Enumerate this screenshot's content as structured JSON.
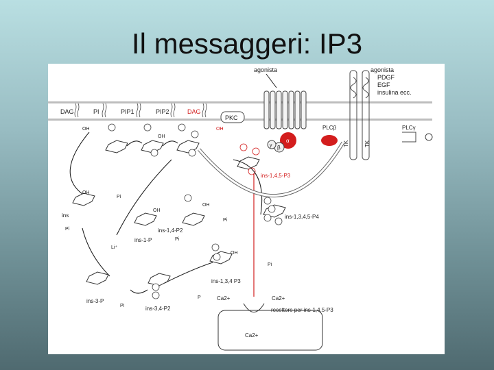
{
  "slide": {
    "title": "Il messaggeri: IP3"
  },
  "diagram": {
    "agonist_gpcr": "agonista",
    "agonist_rtk": [
      "agonista",
      "PDGF",
      "EGF",
      "insulina ecc."
    ],
    "membrane_labels": [
      "DAG",
      "PI",
      "PIP1",
      "PIP2",
      "DAG"
    ],
    "pkc": "PKC",
    "plcb": "PLCβ",
    "plcg": "PLCγ",
    "tk": "TK",
    "g_alpha": "α",
    "g_beta": "β",
    "g_gamma": "γ",
    "ip3": "ins-1,4,5-P3",
    "ip4": "ins-1,3,4,5-P4",
    "ins14p2": "ins-1,4-P2",
    "ins1p": "ins-1-P",
    "ins": "ins",
    "ins3p": "ins-3-P",
    "ins134p3": "ins-1,3,4 P3",
    "ins34p2": "ins-3,4-P2",
    "receptor": "recettore per ins-1,4,5-P3",
    "ca_in": "Ca2+",
    "ca_out": "Ca2+",
    "ca_store": "Ca2+",
    "oh": "OH",
    "pi": "Pi",
    "p": "P",
    "li": "Li⁺"
  },
  "colors": {
    "red": "#d31d1d",
    "ink": "#222222",
    "membrane": "#b8b8b8"
  }
}
